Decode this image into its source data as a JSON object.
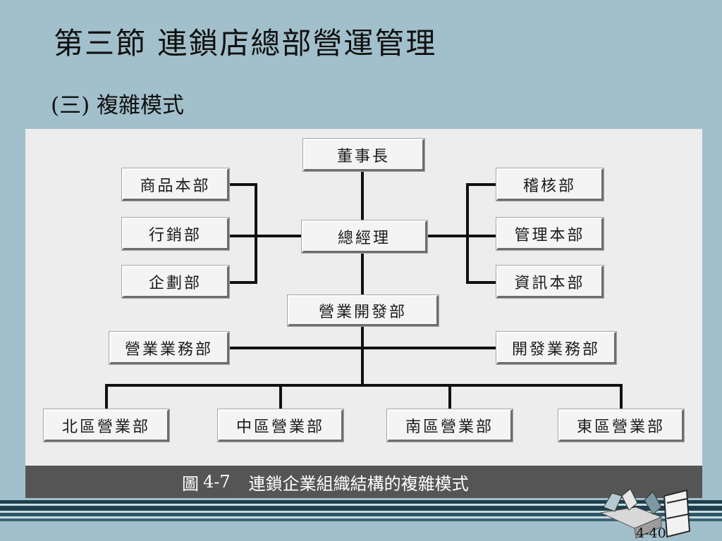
{
  "slide": {
    "title": "第三節 連鎖店總部營運管理",
    "subtitle": "(三) 複雜模式",
    "page_number": "4-40"
  },
  "org_chart": {
    "chairman": "董事長",
    "general_manager": "總經理",
    "left_departments": [
      "商品本部",
      "行銷部",
      "企劃部"
    ],
    "right_departments": [
      "稽核部",
      "管理本部",
      "資訊本部"
    ],
    "business_development": "營業開發部",
    "operations_business": "營業業務部",
    "development_business": "開發業務部",
    "regions": [
      "北區營業部",
      "中區營業部",
      "南區營業部",
      "東區營業部"
    ]
  },
  "caption": {
    "label": "圖",
    "number": "4-7",
    "text": "連鎖企業組織結構的複雜模式"
  },
  "colors": {
    "slide_background": "#a2c0cb",
    "panel_background": "#ededed",
    "caption_bar": "#555555",
    "stripe_dark": "#1e3f4e",
    "stripe_light": "#c8dce2"
  }
}
